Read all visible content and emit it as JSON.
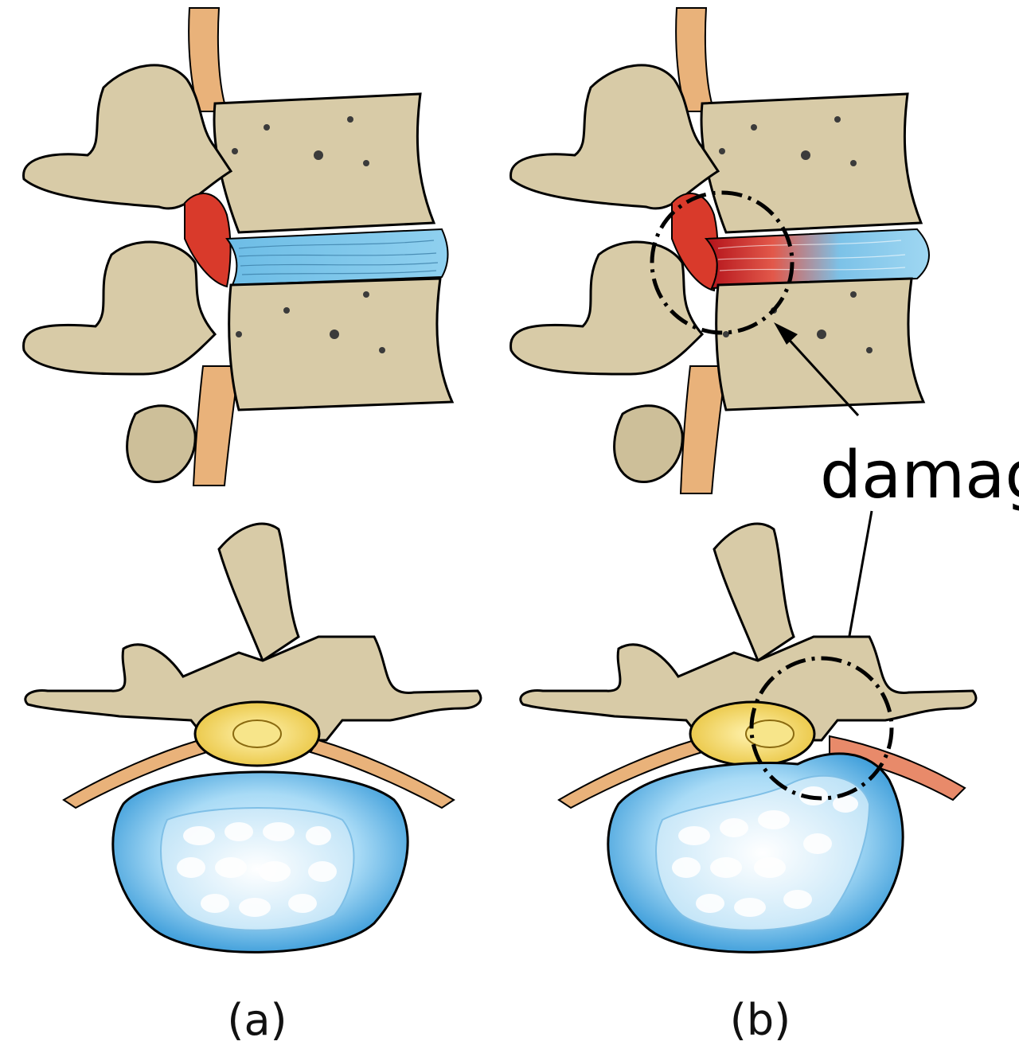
{
  "labels": {
    "damage": "damage",
    "caption_a": "(a)",
    "caption_b": "(b)"
  },
  "colors": {
    "bone": "#d8cba7",
    "bone_dark": "#7a6b52",
    "bone_light": "#efe6cc",
    "disc_blue": "#4aa6dc",
    "disc_light": "#bfe3f7",
    "nerve": "#e9b27a",
    "inflamed": "#d93a2b",
    "cord_yellow": "#f2d14a",
    "outline": "#000000"
  }
}
